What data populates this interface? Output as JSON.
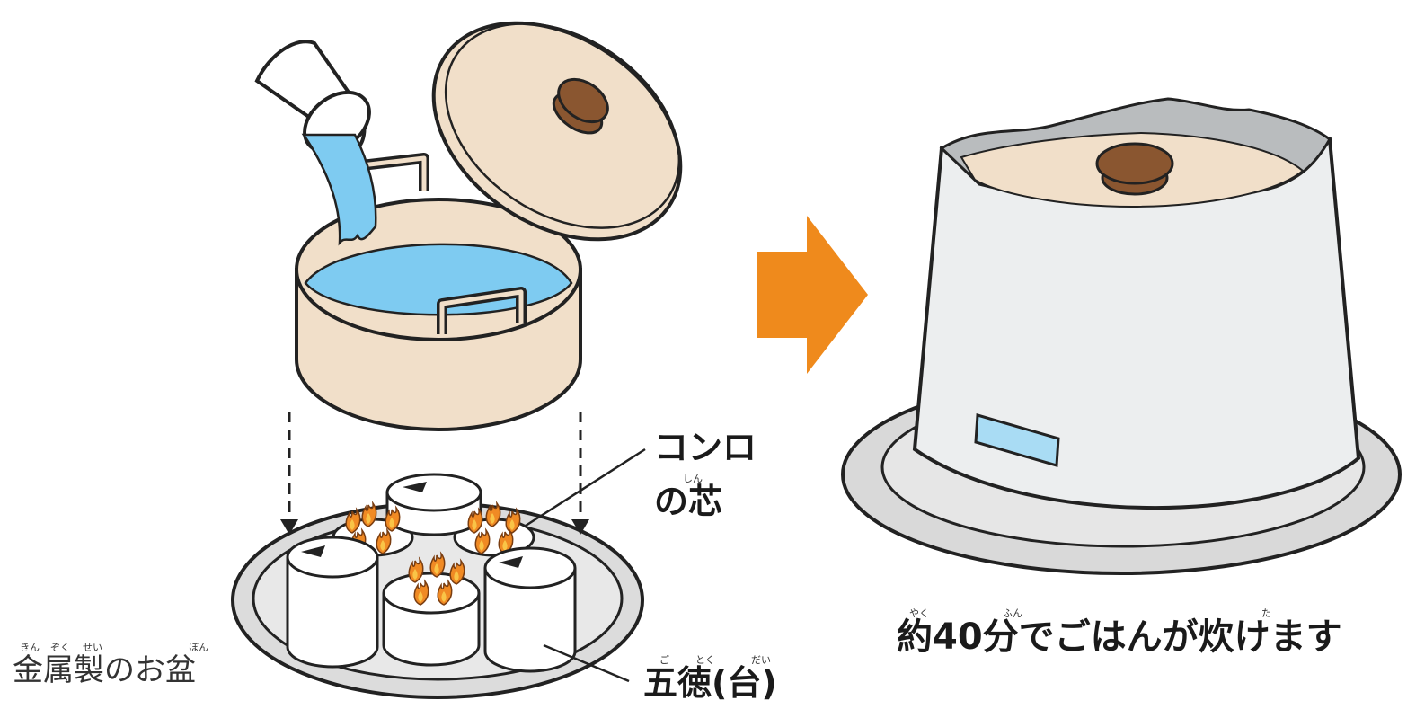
{
  "labels": {
    "stove_core": [
      "コンロ",
      "の芯"
    ],
    "stove_core_ruby": "しん",
    "trivet": "五徳(台)",
    "trivet_ruby": [
      "ご",
      "とく",
      "だい"
    ],
    "tray": "金属製のお盆",
    "tray_ruby": [
      "きん",
      "ぞく",
      "せい",
      "ぼん"
    ],
    "result": "約40分でごはんが炊けます",
    "result_ruby": [
      "やく",
      "ふん",
      "た"
    ]
  },
  "colors": {
    "pot": "#f1dfc9",
    "knob": "#8a5630",
    "water": "#7ecbf1",
    "arrow": "#ef8a1c",
    "tray": "#dcdcdc",
    "cover": "#eceeef",
    "flame": "#f08a24"
  }
}
